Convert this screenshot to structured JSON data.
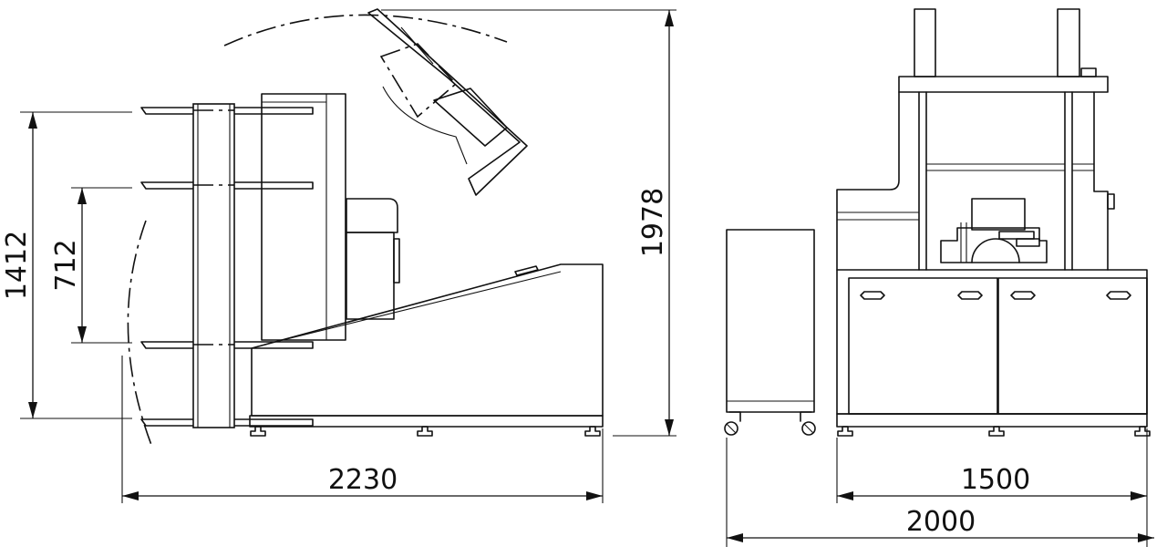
{
  "dimensions": {
    "side_height_outer": "1412",
    "side_height_inner": "712",
    "total_height": "1978",
    "side_length": "2230",
    "front_width": "1500",
    "overall_width": "2000"
  },
  "colors": {
    "line": "#111111",
    "background": "#ffffff"
  }
}
